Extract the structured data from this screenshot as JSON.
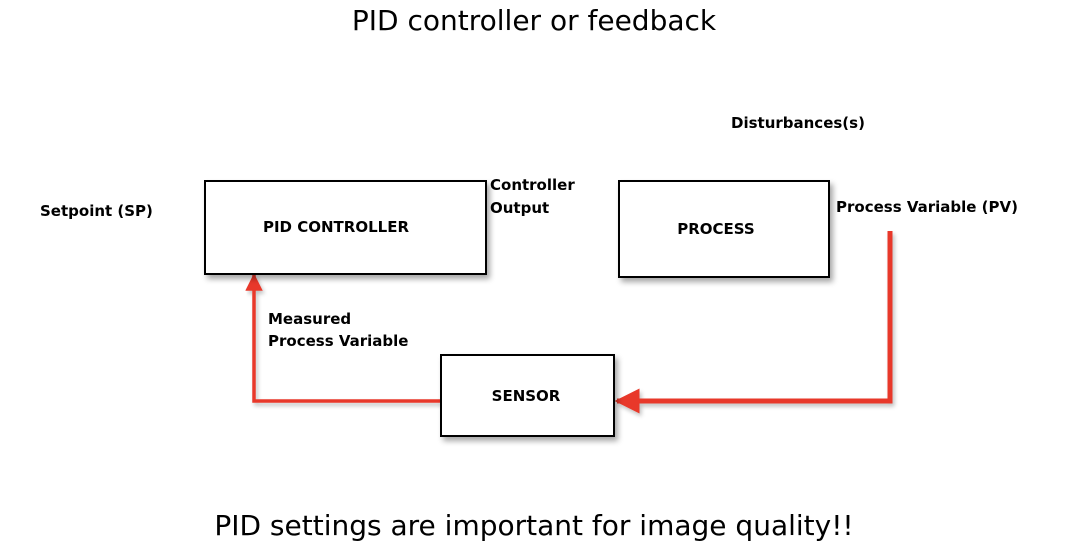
{
  "header": {
    "title": "PID controller or feedback"
  },
  "footer": {
    "note": "PID settings are important for image quality!!"
  },
  "diagram": {
    "colors": {
      "arrow": "#e8392b",
      "box_border": "#000000",
      "shadow": "#cfcfcf"
    },
    "nodes": {
      "controller": "PID CONTROLLER",
      "process": "PROCESS",
      "sensor": "SENSOR"
    },
    "labels": {
      "setpoint": "Setpoint (SP)",
      "controller_output_line1": "Controller",
      "controller_output_line2": "Output",
      "disturbances": "Disturbances(s)",
      "process_variable": "Process Variable (PV)",
      "measured_line1": "Measured",
      "measured_line2": "Process Variable"
    }
  }
}
